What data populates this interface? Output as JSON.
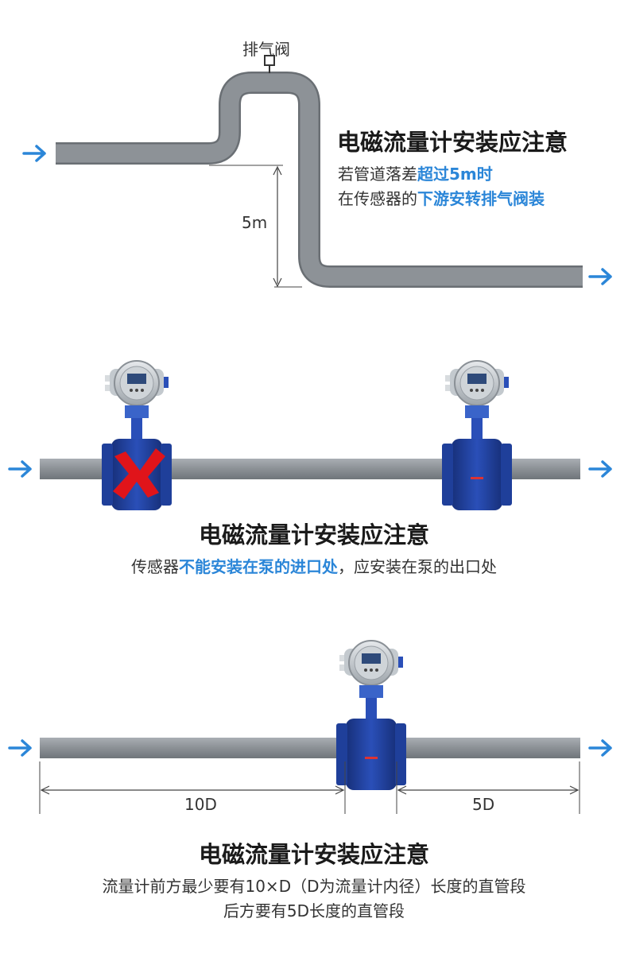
{
  "section1": {
    "valve_label": "排气阀",
    "height_label": "5m",
    "title": "电磁流量计安装应注意",
    "line1_prefix": "若管道落差",
    "line1_highlight": "超过5m时",
    "line2_prefix": "在传感器的",
    "line2_highlight": "下游安转排气阀装"
  },
  "section2": {
    "title": "电磁流量计安装应注意",
    "line_prefix": "传感器",
    "line_highlight": "不能安装在泵的进口处",
    "line_suffix": "，应安装在泵的出口处"
  },
  "section3": {
    "upstream_label": "10D",
    "downstream_label": "5D",
    "title": "电磁流量计安装应注意",
    "line1": "流量计前方最少要有10×D（D为流量计内径）长度的直管段",
    "line2": "后方要有5D长度的直管段"
  },
  "colors": {
    "accent_blue": "#2b86d8",
    "pipe_gray": "#8d9297",
    "meter_blue": "#1f3f9a",
    "cross_red": "#e0141a"
  },
  "icons": {
    "flow_arrow": "arrow-right-icon",
    "cross": "cross-icon",
    "meter": "flowmeter-icon"
  }
}
